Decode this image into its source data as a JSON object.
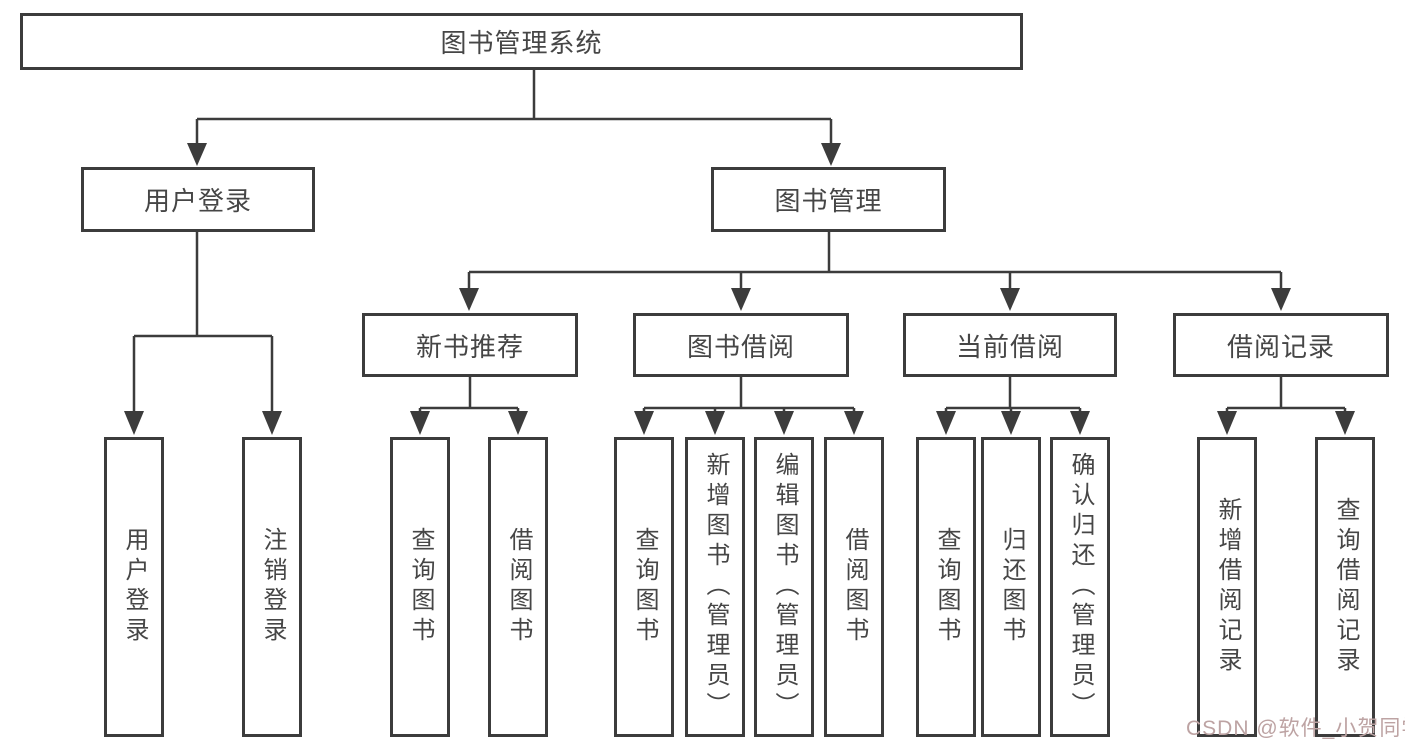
{
  "diagram": {
    "root": {
      "label": "图书管理系统"
    },
    "level2": [
      {
        "label": "用户登录"
      },
      {
        "label": "图书管理"
      }
    ],
    "level3": [
      {
        "label": "新书推荐"
      },
      {
        "label": "图书借阅"
      },
      {
        "label": "当前借阅"
      },
      {
        "label": "借阅记录"
      }
    ],
    "leaves": [
      {
        "label": "用户登录"
      },
      {
        "label": "注销登录"
      },
      {
        "label": "查询图书"
      },
      {
        "label": "借阅图书"
      },
      {
        "label": "查询图书"
      },
      {
        "label": "新增图书（管理员）"
      },
      {
        "label": "编辑图书（管理员）"
      },
      {
        "label": "借阅图书"
      },
      {
        "label": "查询图书"
      },
      {
        "label": "归还图书"
      },
      {
        "label": "确认归还（管理员）"
      },
      {
        "label": "新增借阅记录"
      },
      {
        "label": "查询借阅记录"
      }
    ],
    "watermark": "CSDN @软件_小贺同学",
    "colors": {
      "line": "#3c3c3c",
      "text": "#464646",
      "watermark": "#bda3a3",
      "background": "#ffffff"
    }
  }
}
